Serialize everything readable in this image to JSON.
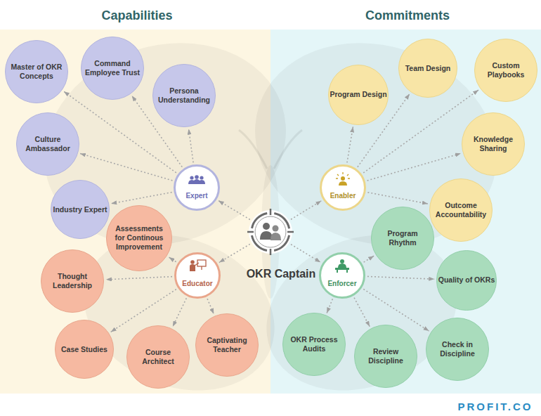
{
  "diagram": {
    "nodes": [
      {
        "text": [
          "OKR Captain"
        ]
      },
      {
        "text": [
          "Expert"
        ]
      },
      {
        "text": [
          "Educator"
        ]
      },
      {
        "text": [
          "Enabler"
        ]
      },
      {
        "text": [
          "Enforcer"
        ]
      },
      {
        "text": [
          "Master of OKR Concepts"
        ]
      },
      {
        "text": [
          "Command Employee Trust"
        ]
      },
      {
        "text": [
          "Persona Understanding"
        ]
      },
      {
        "text": [
          "Culture Ambassador"
        ]
      },
      {
        "text": [
          "Industry Expert"
        ]
      },
      {
        "text": [
          "Assessments for Continous Improvement"
        ]
      },
      {
        "text": [
          "Thought Leadership"
        ]
      },
      {
        "text": [
          "Case Studies"
        ]
      },
      {
        "text": [
          "Course Architect"
        ]
      },
      {
        "text": [
          "Captivating Teacher"
        ]
      },
      {
        "text": [
          "Program Design"
        ]
      },
      {
        "text": [
          "Team Design"
        ]
      },
      {
        "text": [
          "Custom Playbooks"
        ]
      },
      {
        "text": [
          "Knowledge Sharing"
        ]
      },
      {
        "text": [
          "Outcome Accountability"
        ]
      },
      {
        "text": [
          "Program Rhythm"
        ]
      },
      {
        "text": [
          "Quality of OKRs"
        ]
      },
      {
        "text": [
          "OKR Process Audits"
        ]
      },
      {
        "text": [
          "Review Discipline"
        ]
      },
      {
        "text": [
          "Check in Discipline"
        ]
      }
    ],
    "edges": [
      {
        "from": 0,
        "to": 1,
        "arrow": "to"
      },
      {
        "from": 0,
        "to": 2,
        "arrow": "to"
      },
      {
        "from": 0,
        "to": 3,
        "arrow": "to"
      },
      {
        "from": 0,
        "to": 4,
        "arrow": "to"
      },
      {
        "from": 1,
        "to": 5,
        "arrow": "to"
      },
      {
        "from": 1,
        "to": 6,
        "arrow": "to"
      },
      {
        "from": 1,
        "to": 7,
        "arrow": "to"
      },
      {
        "from": 1,
        "to": 8,
        "arrow": "to"
      },
      {
        "from": 1,
        "to": 9,
        "arrow": "to"
      },
      {
        "from": 2,
        "to": 10,
        "arrow": "to"
      },
      {
        "from": 2,
        "to": 11,
        "arrow": "to"
      },
      {
        "from": 2,
        "to": 12,
        "arrow": "to"
      },
      {
        "from": 2,
        "to": 13,
        "arrow": "to"
      },
      {
        "from": 2,
        "to": 14,
        "arrow": "to"
      },
      {
        "from": 3,
        "to": 15,
        "arrow": "to"
      },
      {
        "from": 3,
        "to": 16,
        "arrow": "to"
      },
      {
        "from": 3,
        "to": 17,
        "arrow": "to"
      },
      {
        "from": 3,
        "to": 18,
        "arrow": "to"
      },
      {
        "from": 3,
        "to": 19,
        "arrow": "to"
      },
      {
        "from": 4,
        "to": 20,
        "arrow": "to"
      },
      {
        "from": 4,
        "to": 21,
        "arrow": "to"
      },
      {
        "from": 4,
        "to": 22,
        "arrow": "to"
      },
      {
        "from": 4,
        "to": 23,
        "arrow": "to"
      },
      {
        "from": 4,
        "to": 24,
        "arrow": "to"
      }
    ],
    "labels": [
      "Capabilities",
      "Commitments",
      "PROFIT.CO"
    ]
  }
}
